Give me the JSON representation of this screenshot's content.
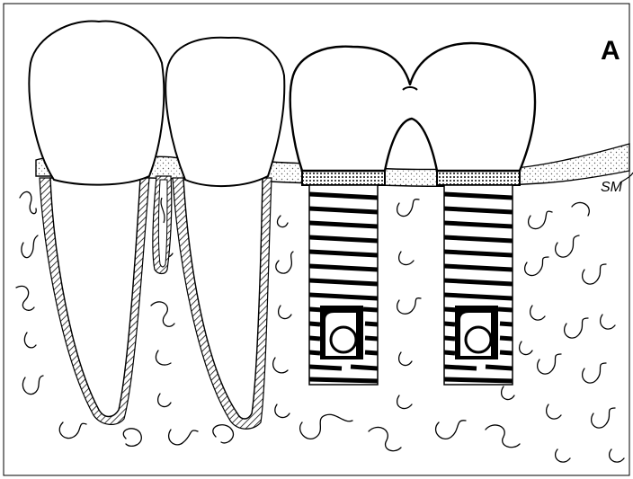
{
  "figure": {
    "panel_label": "A",
    "sm_label": "SM",
    "colors": {
      "ink": "#000000",
      "paper": "#ffffff",
      "gingiva_stipple": "#7a7a7a",
      "ligament_hatch": "#222222"
    },
    "elements": {
      "natural_teeth": 2,
      "implants": 2,
      "implant_crowns": "splinted pair"
    }
  }
}
